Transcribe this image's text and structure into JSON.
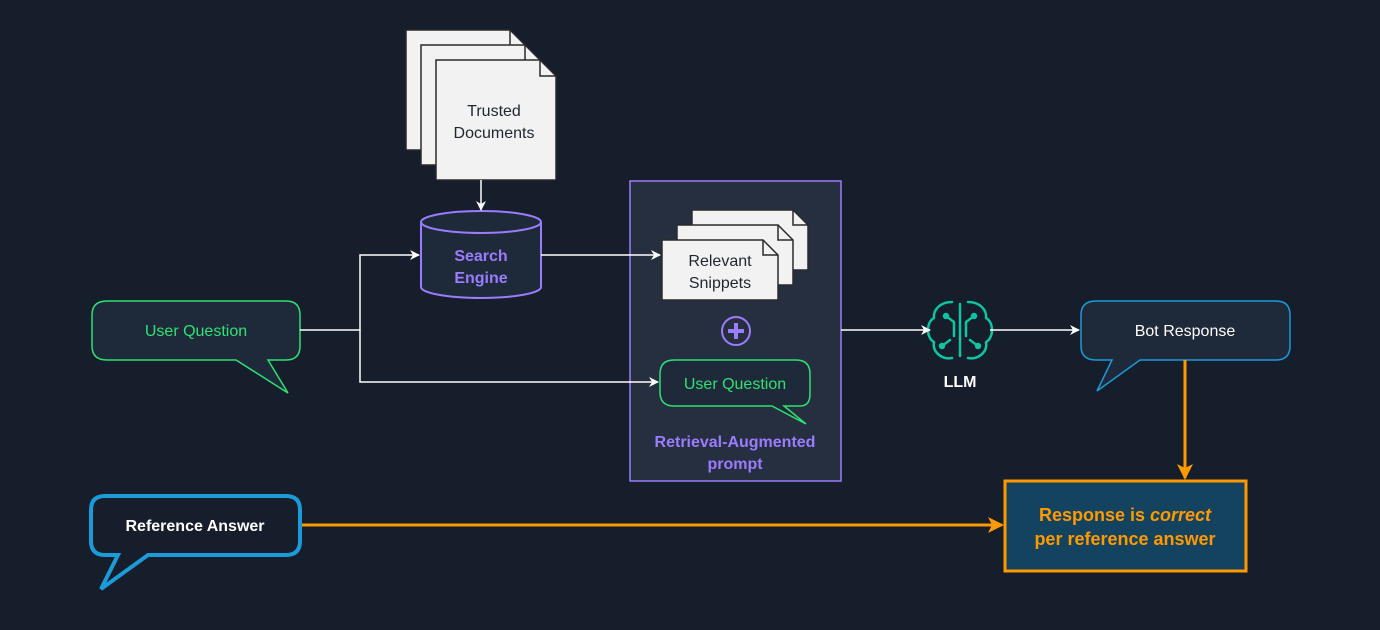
{
  "colors": {
    "background": "#161d2b",
    "white": "#ffffff",
    "green": "#2fe073",
    "purple": "#9a7cff",
    "blue": "#1b9bd8",
    "orange": "#ff9900",
    "teal": "#0ec4a1",
    "dark_text": "#1f2630",
    "result_fill": "#13435f",
    "prompt_fill": "#252f3f"
  },
  "docs": {
    "line1": "Trusted",
    "line2": "Documents"
  },
  "search": {
    "line1": "Search",
    "line2": "Engine"
  },
  "snippets": {
    "line1": "Relevant",
    "line2": "Snippets"
  },
  "user_question": "User Question",
  "prompt": {
    "inner_question": "User Question",
    "line1": "Retrieval-Augmented",
    "line2": "prompt"
  },
  "llm": {
    "label": "LLM",
    "icon": "brain-circuit-icon"
  },
  "bot_response": "Bot Response",
  "reference_answer": "Reference Answer",
  "result": {
    "prefix": "Response is ",
    "emphasis": "correct",
    "line2": "per reference answer"
  }
}
